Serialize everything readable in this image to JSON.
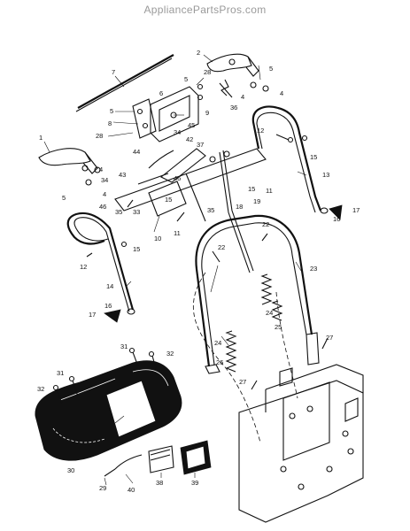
{
  "watermark": "AppliancePartsPros.com",
  "callouts": [
    {
      "id": "c1",
      "label": "1"
    },
    {
      "id": "c2",
      "label": "2"
    },
    {
      "id": "c4a",
      "label": "4"
    },
    {
      "id": "c4b",
      "label": "4"
    },
    {
      "id": "c4c",
      "label": "4"
    },
    {
      "id": "c4d",
      "label": "4"
    },
    {
      "id": "c5a",
      "label": "5"
    },
    {
      "id": "c5b",
      "label": "5"
    },
    {
      "id": "c5c",
      "label": "5"
    },
    {
      "id": "c5d",
      "label": "5"
    },
    {
      "id": "c6",
      "label": "6"
    },
    {
      "id": "c7",
      "label": "7"
    },
    {
      "id": "c8",
      "label": "8"
    },
    {
      "id": "c9",
      "label": "9"
    },
    {
      "id": "c10",
      "label": "10"
    },
    {
      "id": "c11a",
      "label": "11"
    },
    {
      "id": "c11b",
      "label": "11"
    },
    {
      "id": "c12a",
      "label": "12"
    },
    {
      "id": "c12b",
      "label": "12"
    },
    {
      "id": "c13",
      "label": "13"
    },
    {
      "id": "c14",
      "label": "14"
    },
    {
      "id": "c15a",
      "label": "15"
    },
    {
      "id": "c15b",
      "label": "15"
    },
    {
      "id": "c15c",
      "label": "15"
    },
    {
      "id": "c15d",
      "label": "15"
    },
    {
      "id": "c16a",
      "label": "16"
    },
    {
      "id": "c16b",
      "label": "16"
    },
    {
      "id": "c17a",
      "label": "17"
    },
    {
      "id": "c17b",
      "label": "17"
    },
    {
      "id": "c18",
      "label": "18"
    },
    {
      "id": "c19",
      "label": "19"
    },
    {
      "id": "c22a",
      "label": "22"
    },
    {
      "id": "c22b",
      "label": "22"
    },
    {
      "id": "c23",
      "label": "23"
    },
    {
      "id": "c24a",
      "label": "24"
    },
    {
      "id": "c24b",
      "label": "24"
    },
    {
      "id": "c25",
      "label": "25"
    },
    {
      "id": "c26",
      "label": "26"
    },
    {
      "id": "c27a",
      "label": "27"
    },
    {
      "id": "c27b",
      "label": "27"
    },
    {
      "id": "c28a",
      "label": "28"
    },
    {
      "id": "c28b",
      "label": "28"
    },
    {
      "id": "c29",
      "label": "29"
    },
    {
      "id": "c30",
      "label": "30"
    },
    {
      "id": "c31a",
      "label": "31"
    },
    {
      "id": "c31b",
      "label": "31"
    },
    {
      "id": "c32a",
      "label": "32"
    },
    {
      "id": "c32b",
      "label": "32"
    },
    {
      "id": "c33",
      "label": "33"
    },
    {
      "id": "c34a",
      "label": "34"
    },
    {
      "id": "c34b",
      "label": "34"
    },
    {
      "id": "c35a",
      "label": "35"
    },
    {
      "id": "c35b",
      "label": "35"
    },
    {
      "id": "c36",
      "label": "36"
    },
    {
      "id": "c37",
      "label": "37"
    },
    {
      "id": "c38",
      "label": "38"
    },
    {
      "id": "c39",
      "label": "39"
    },
    {
      "id": "c40",
      "label": "40"
    },
    {
      "id": "c42",
      "label": "42"
    },
    {
      "id": "c43",
      "label": "43"
    },
    {
      "id": "c44",
      "label": "44"
    },
    {
      "id": "c45",
      "label": "45"
    },
    {
      "id": "c46a",
      "label": "46"
    },
    {
      "id": "c46b",
      "label": "46"
    }
  ]
}
